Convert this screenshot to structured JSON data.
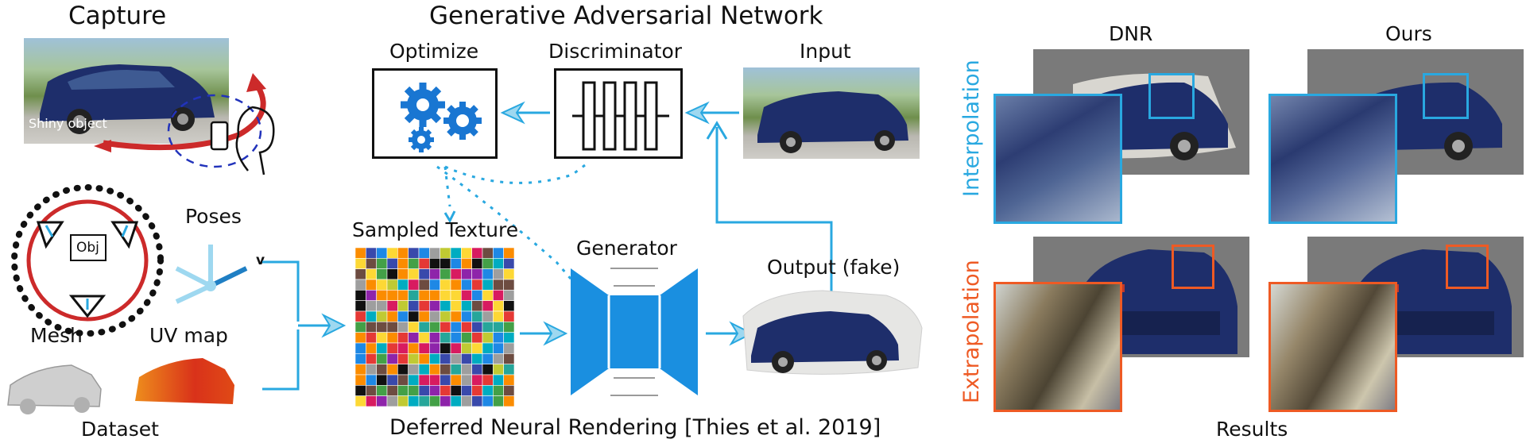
{
  "colors": {
    "accent_blue": "#29a8e0",
    "accent_orange": "#ee5a24",
    "capture_red": "#cc2a2a",
    "car_blue": "#1e2e6b",
    "gear_blue": "#1976d2"
  },
  "capture": {
    "title": "Capture",
    "object_label": "Shiny object"
  },
  "dataset": {
    "title": "Dataset",
    "poses": "Poses",
    "pose_symbol": "v",
    "obj": "Obj",
    "mesh": "Mesh",
    "uv_map": "UV map"
  },
  "gan": {
    "title": "Generative Adversarial Network",
    "optimize": "Optimize",
    "discriminator": "Discriminator",
    "input": "Input"
  },
  "dnr": {
    "sampled_texture": "Sampled Texture",
    "generator": "Generator",
    "output": "Output (fake)",
    "caption": "Deferred Neural Rendering [Thies et al. 2019]"
  },
  "results": {
    "col_dnr": "DNR",
    "col_ours": "Ours",
    "row_interp": "Interpolation",
    "row_extrap": "Extrapolation",
    "title": "Results"
  },
  "icons": [
    "gear-icon",
    "phone-icon",
    "person-icon",
    "arrow-icon"
  ]
}
